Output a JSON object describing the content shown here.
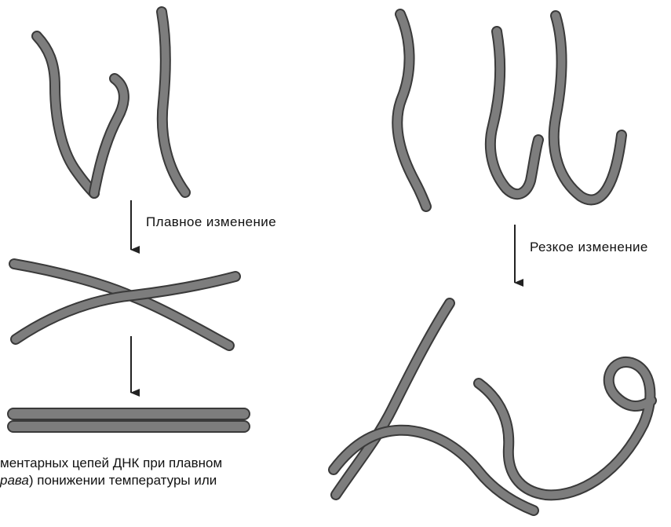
{
  "labels": {
    "smooth_change": "Плавное изменение",
    "sharp_change": "Резкое изменение"
  },
  "caption": {
    "line1": "ментарных цепей ДНК при плавном",
    "line2_italic": "рава",
    "line2_rest": ") понижении температуры или"
  },
  "colors": {
    "strand_outline": "#3a3a3a",
    "strand_fill": "#7d7d7d",
    "arrow": "#222222"
  }
}
